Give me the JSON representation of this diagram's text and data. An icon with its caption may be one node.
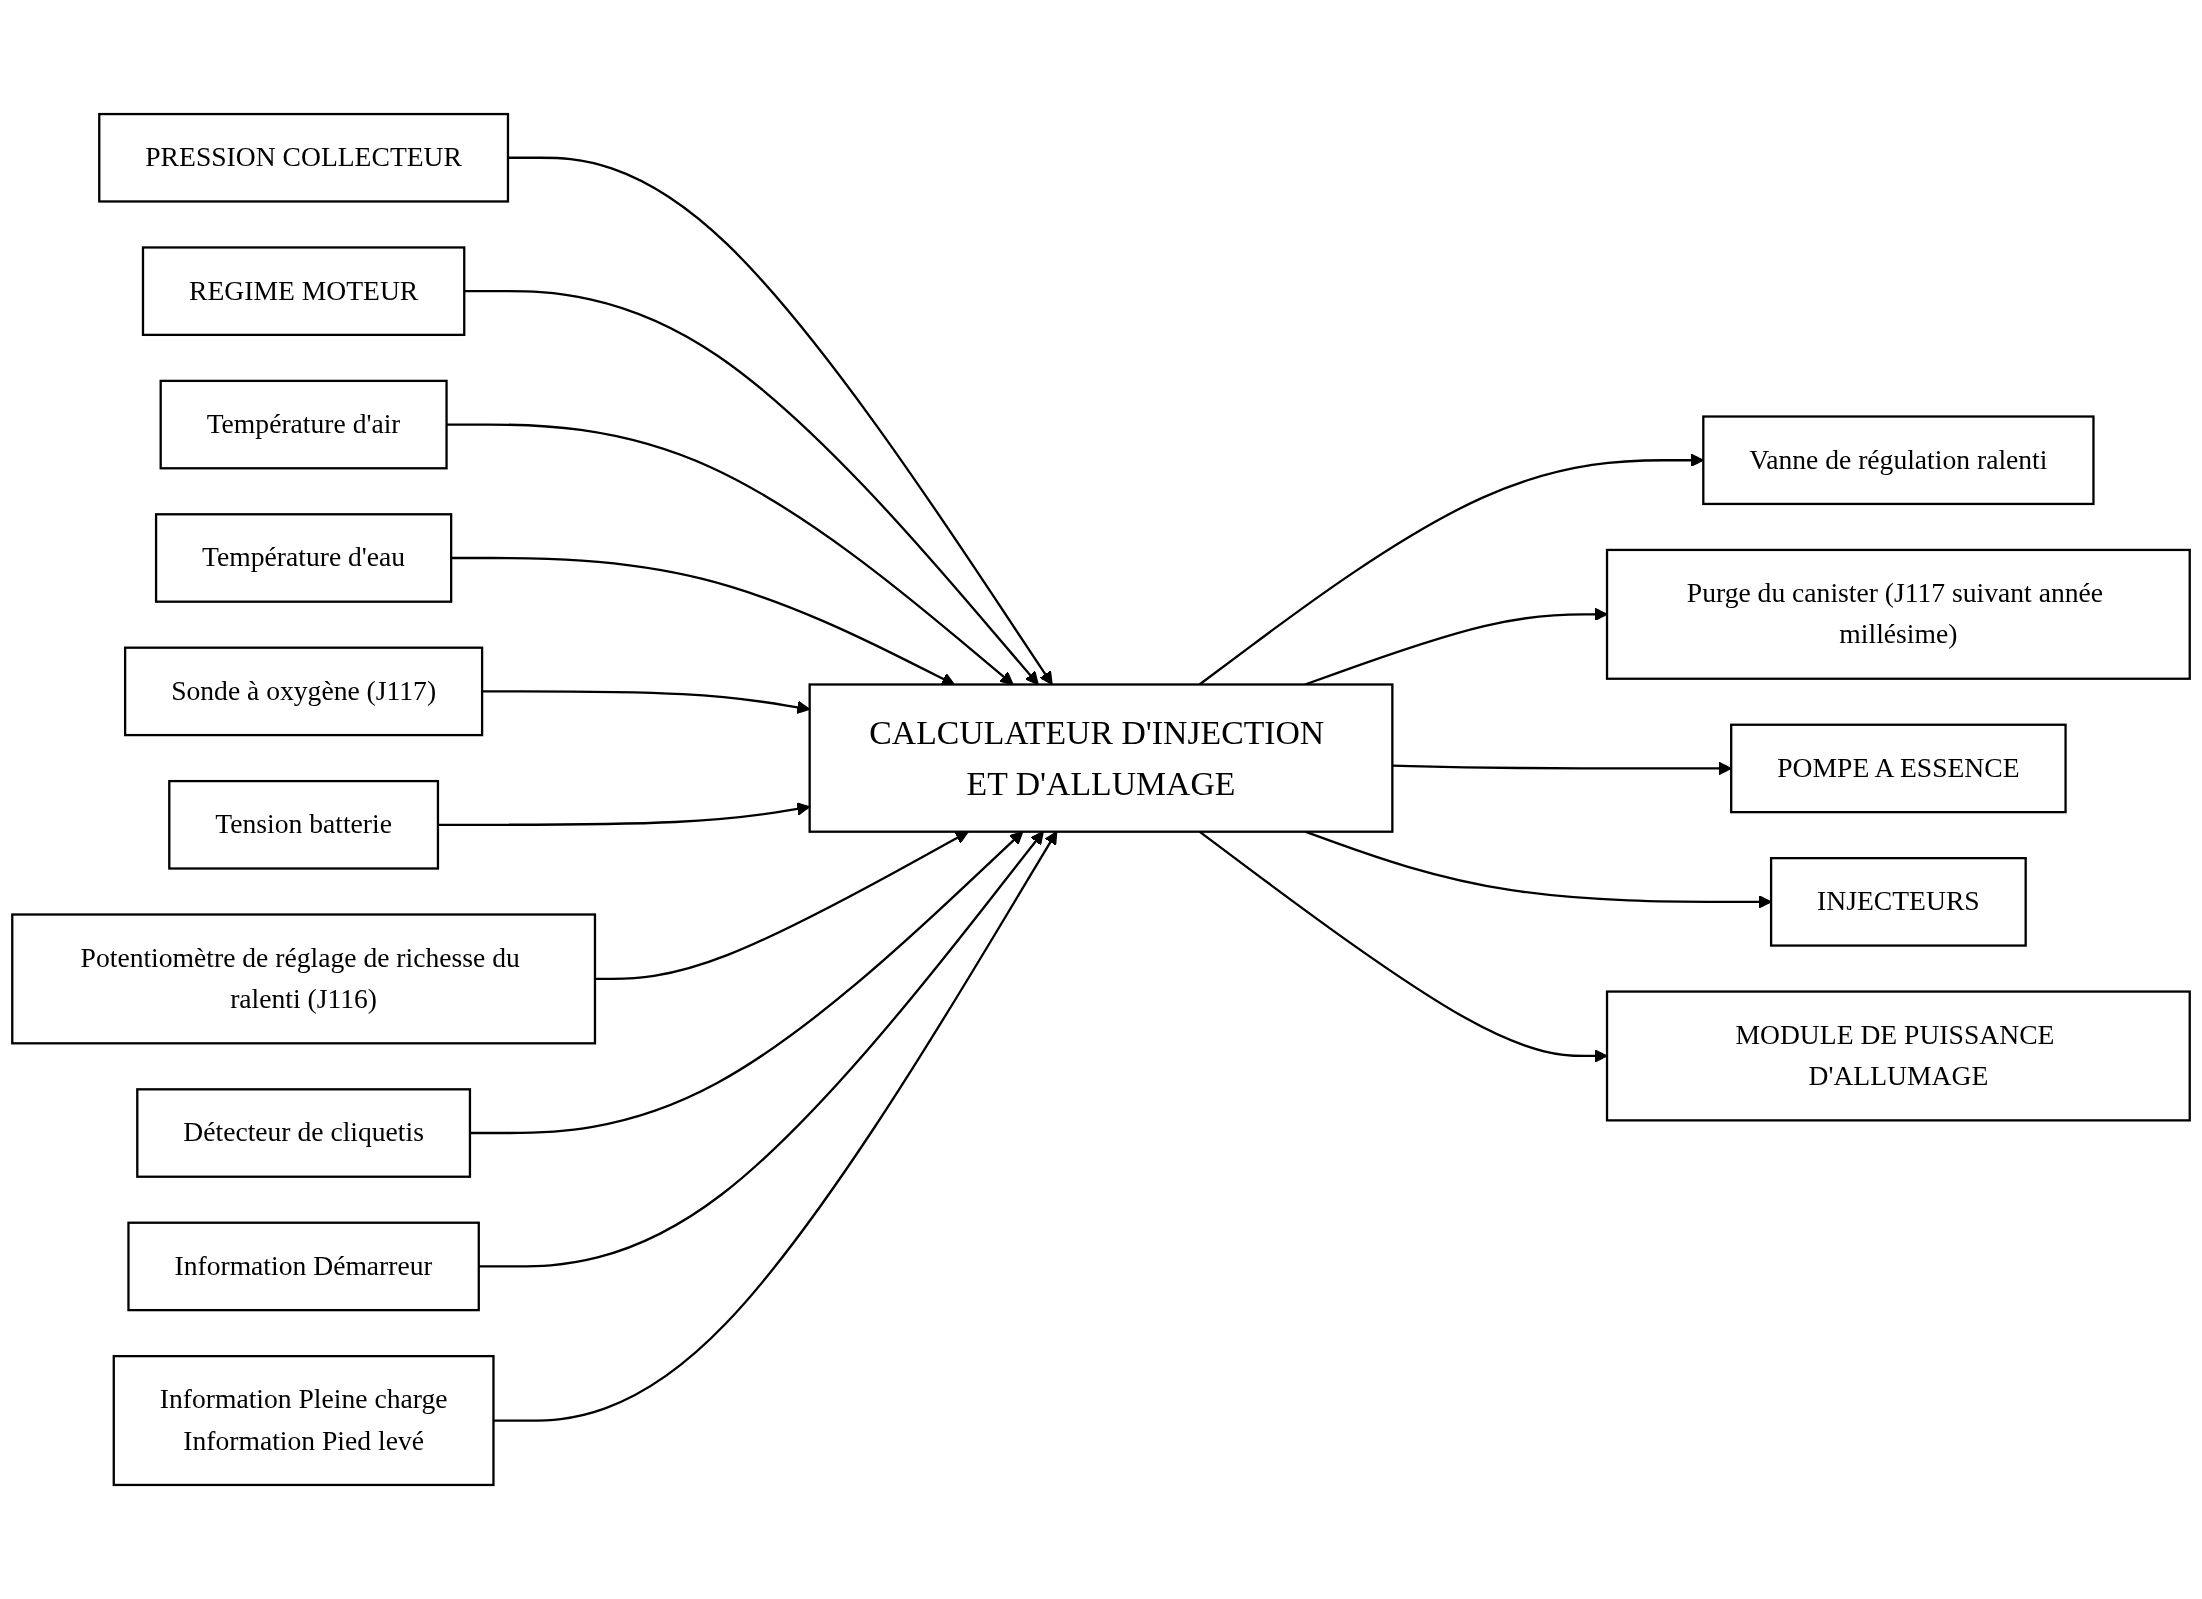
{
  "diagram": {
    "nodes": [
      {
        "text": [
          "PRESSION COLLECTEUR"
        ]
      },
      {
        "text": [
          "REGIME MOTEUR"
        ]
      },
      {
        "text": [
          "Température d'air"
        ]
      },
      {
        "text": [
          "Température d'eau"
        ]
      },
      {
        "text": [
          "Sonde à oxygène (J117)"
        ]
      },
      {
        "text": [
          "Tension batterie"
        ]
      },
      {
        "text": [
          "Potentiomètre de réglage de richesse du ralenti (J116)"
        ]
      },
      {
        "text": [
          "CALCULATEUR D'INJECTION ET D'ALLUMAGE"
        ]
      },
      {
        "text": [
          "Détecteur de cliquetis"
        ]
      },
      {
        "text": [
          "Information Démarreur"
        ]
      },
      {
        "text": [
          "Information Pleine charge",
          "Information Pied levé"
        ]
      },
      {
        "text": [
          "Vanne de régulation ralenti"
        ]
      },
      {
        "text": [
          "Purge du canister (J117 suivant année millésime)"
        ]
      },
      {
        "text": [
          "POMPE A ESSENCE"
        ]
      },
      {
        "text": [
          "INJECTEURS"
        ]
      },
      {
        "text": [
          "MODULE DE PUISSANCE D'ALLUMAGE"
        ]
      }
    ],
    "edges": [
      {
        "from": 0,
        "to": 7,
        "arrow": "to"
      },
      {
        "from": 1,
        "to": 7,
        "arrow": "to"
      },
      {
        "from": 2,
        "to": 7,
        "arrow": "to"
      },
      {
        "from": 3,
        "to": 7,
        "arrow": "to"
      },
      {
        "from": 4,
        "to": 7,
        "arrow": "to"
      },
      {
        "from": 5,
        "to": 7,
        "arrow": "to"
      },
      {
        "from": 6,
        "to": 7,
        "arrow": "to"
      },
      {
        "from": 8,
        "to": 7,
        "arrow": "to"
      },
      {
        "from": 9,
        "to": 7,
        "arrow": "to"
      },
      {
        "from": 10,
        "to": 7,
        "arrow": "to"
      },
      {
        "from": 7,
        "to": 11,
        "arrow": "to"
      },
      {
        "from": 7,
        "to": 12,
        "arrow": "to"
      },
      {
        "from": 7,
        "to": 13,
        "arrow": "to"
      },
      {
        "from": 7,
        "to": 14,
        "arrow": "to"
      },
      {
        "from": 7,
        "to": 15,
        "arrow": "to"
      }
    ]
  }
}
